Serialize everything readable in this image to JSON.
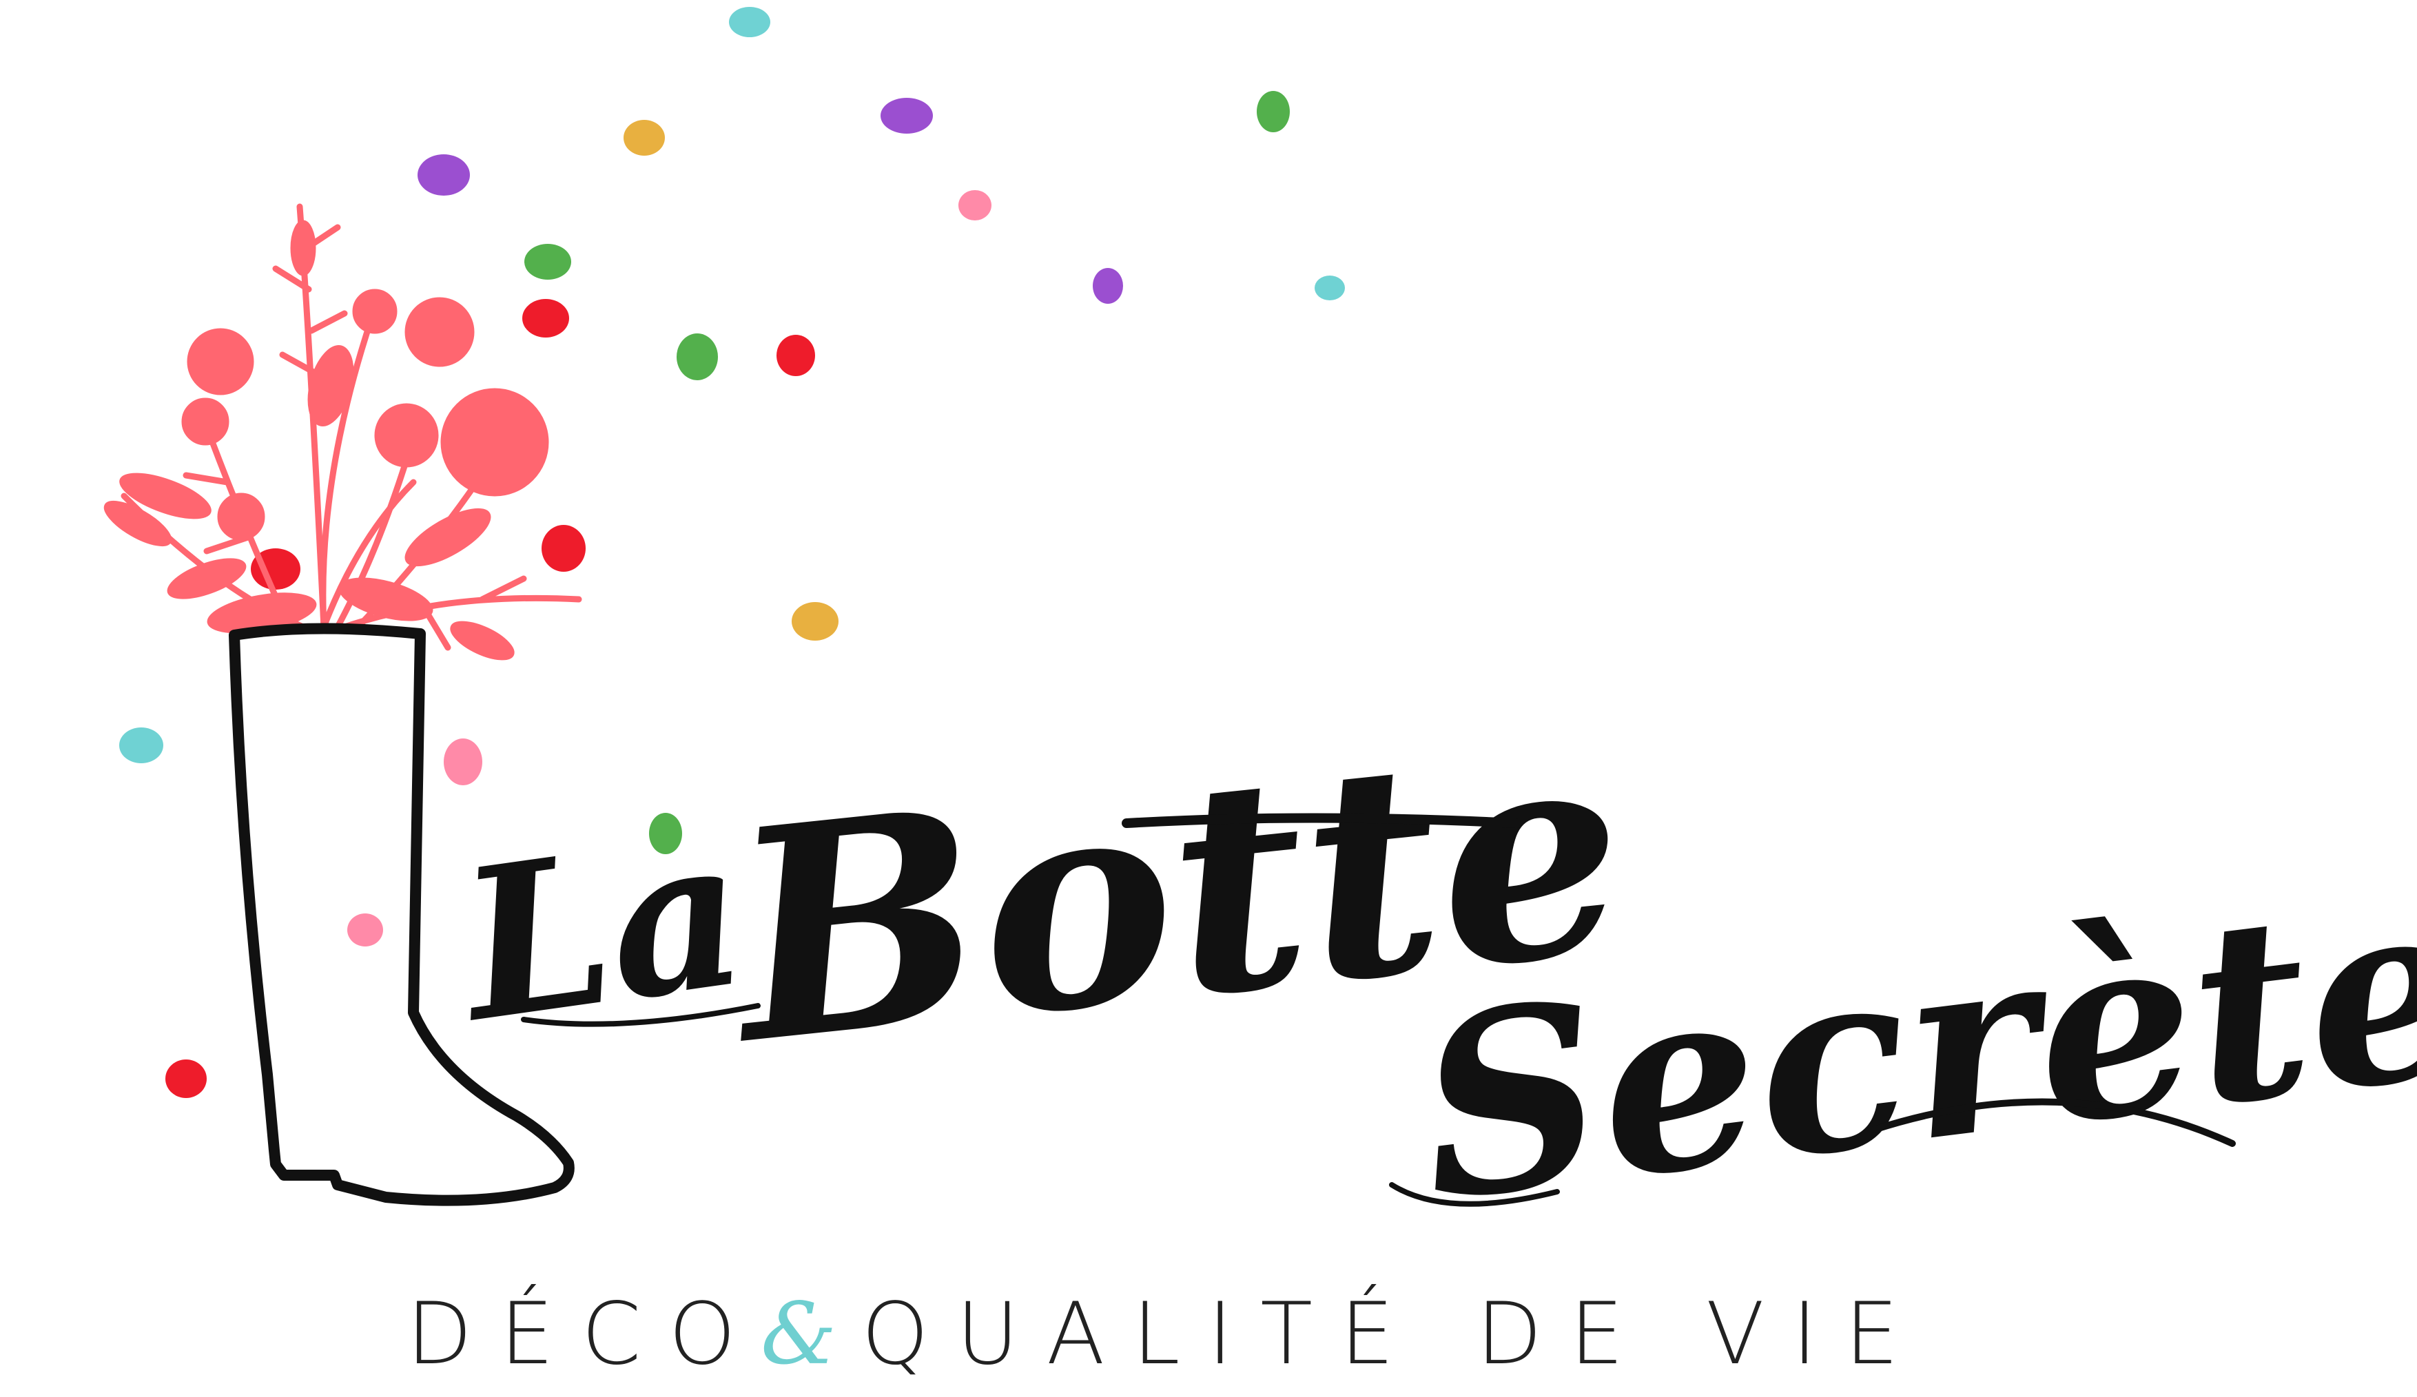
{
  "brand": {
    "name_line1_part1": "La",
    "name_line1_part2": "Botte",
    "name_line2": "Secrète",
    "tagline_part1": "DÉCO",
    "tagline_amp": "&",
    "tagline_part2": "QUALITÉ DE VIE"
  },
  "colors": {
    "ink": "#111111",
    "flowers": "#ff6670",
    "ampersand": "#6fcfd0",
    "confetti": [
      "#9b4fd0",
      "#e8b040",
      "#53b04c",
      "#ee1c2b",
      "#ff8aa8",
      "#6fd2d3"
    ]
  },
  "icons": {
    "boot": "boot-icon",
    "bouquet": "flower-bouquet-icon",
    "confetti": "confetti-dots"
  }
}
